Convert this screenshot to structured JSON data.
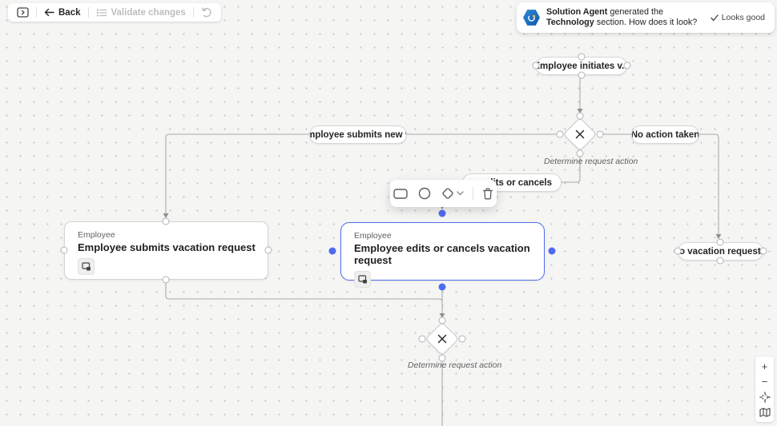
{
  "toolbar": {
    "back_label": "Back",
    "validate_label": "Validate changes"
  },
  "notification": {
    "agent": "Solution Agent",
    "mid": " generated the ",
    "section": "Technology",
    "tail": " section. How does it look?",
    "action": "Looks good"
  },
  "canvas": {
    "pills": {
      "initiates": "Employee initiates v...",
      "submits": "Employee submits new va",
      "no_action": "No action taken",
      "edits": "ee edits or cancels",
      "no_vacation": "No vacation request..."
    },
    "gateways": {
      "top_label": "Determine request action",
      "bottom_label": "Determine request action"
    },
    "cards": {
      "left": {
        "category": "Employee",
        "title": "Employee submits vacation request"
      },
      "selected": {
        "category": "Employee",
        "title": "Employee edits or cancels vacation request"
      }
    }
  },
  "zoom_controls": {
    "zoom_in": "+",
    "zoom_out": "−"
  },
  "colors": {
    "selection_blue": "#4f6bed",
    "edge_gray": "#a9a9a9",
    "badge_blue": "#1b66c9"
  }
}
